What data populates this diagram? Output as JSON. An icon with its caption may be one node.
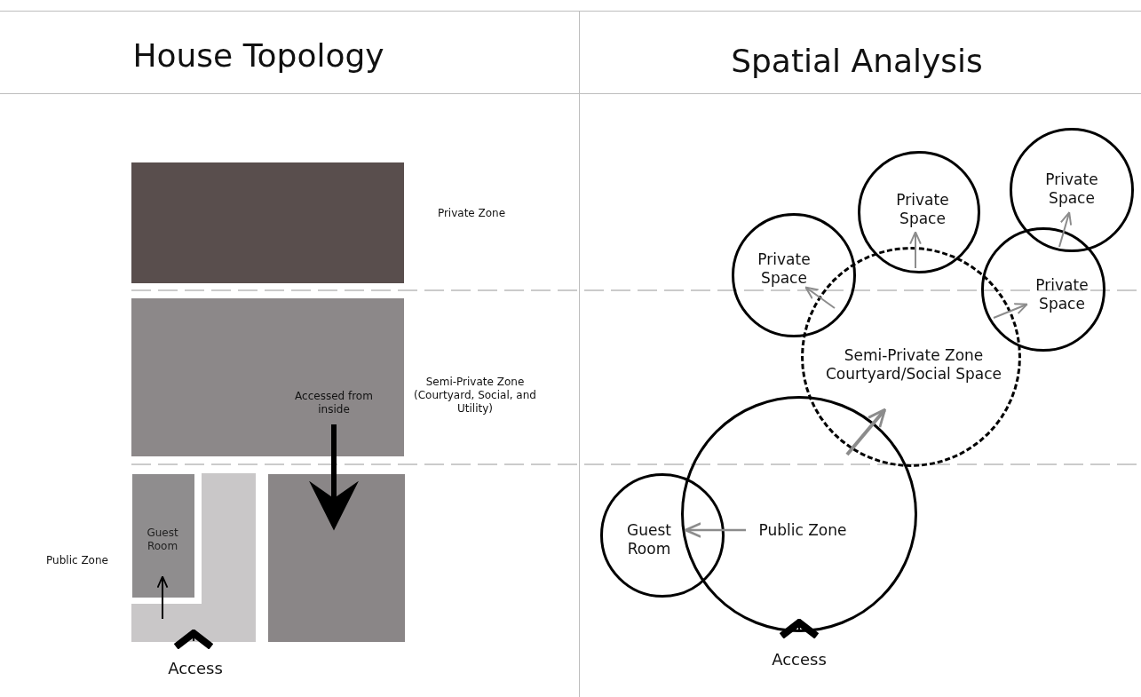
{
  "diagram": {
    "nodes": [
      {
        "text": [],
        "shape": "box",
        "beside": [
          "Private Zone"
        ]
      },
      {
        "text": [],
        "shape": "box",
        "beside": [
          "Semi-Private Zone (Courtyard, Social, and Utility)"
        ]
      },
      {
        "text": [
          "Accessed from inside"
        ],
        "in": 1
      },
      {
        "text": [],
        "shape": "box"
      },
      {
        "text": [
          "Guest Room"
        ]
      },
      {
        "text": [],
        "shape": "box"
      },
      {
        "text": [
          "Access"
        ]
      },
      {
        "text": [
          "Private Space"
        ]
      },
      {
        "text": [
          "Private Space"
        ]
      },
      {
        "text": [
          "Private Space"
        ]
      },
      {
        "text": [
          "Private Space"
        ]
      },
      {
        "text": [
          "Semi-Private Zone",
          "Courtyard/Social Space"
        ]
      },
      {
        "text": [
          "Public Zone"
        ]
      },
      {
        "text": [
          "Guest Room"
        ]
      },
      {
        "text": [
          "Access"
        ]
      }
    ],
    "edges": [
      {
        "from": 2,
        "to": 5,
        "arrow": "to",
        "style": "thick",
        "color": "#000000"
      },
      {
        "from": 3,
        "to": 4,
        "arrow": "to",
        "color": "#000000"
      },
      {
        "from": 6,
        "to": 3,
        "arrow": "to",
        "color": "#000000"
      },
      {
        "from": 11,
        "to": 7,
        "arrow": "to"
      },
      {
        "from": 11,
        "to": 8,
        "arrow": "to"
      },
      {
        "from": 11,
        "to": 10,
        "arrow": "to"
      },
      {
        "from": 10,
        "to": 9,
        "arrow": "to"
      },
      {
        "from": 12,
        "to": 11,
        "arrow": "to",
        "style": "thick"
      },
      {
        "from": 12,
        "to": 13,
        "arrow": "to"
      },
      {
        "from": 14,
        "to": 12,
        "arrow": "to",
        "color": "#000000"
      }
    ],
    "labels": [
      "House Topology",
      "Spatial Analysis",
      "Public Zone"
    ]
  }
}
